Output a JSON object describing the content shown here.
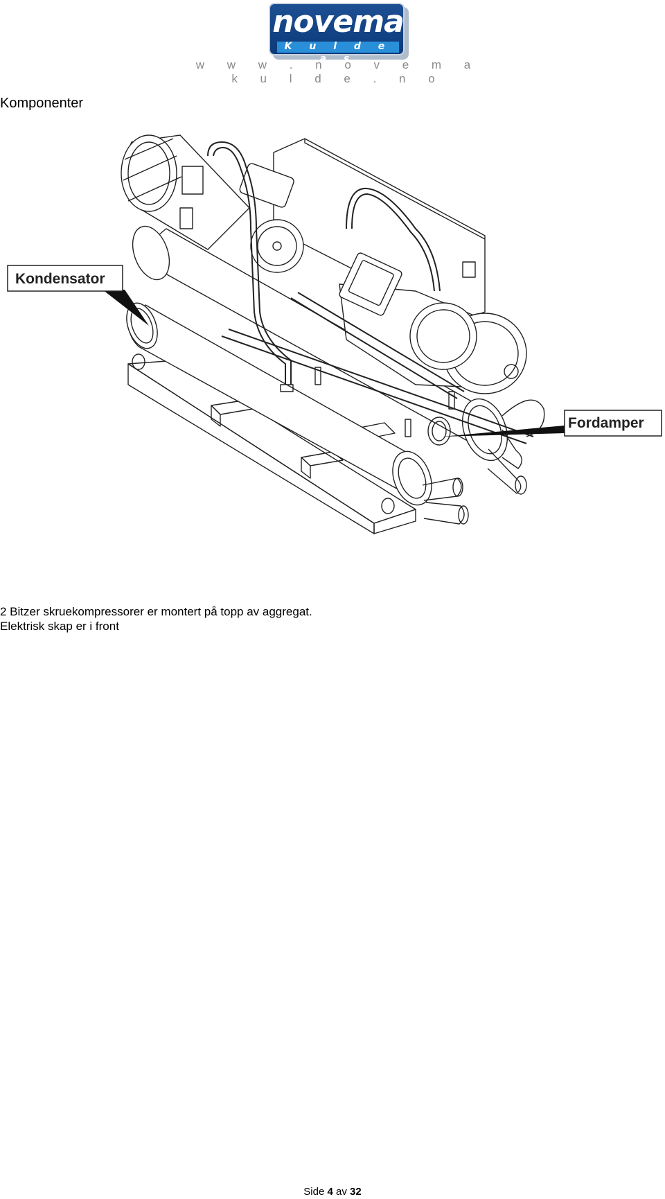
{
  "header": {
    "brand": "novema",
    "sub_brand": "K u l d e a s",
    "url": "w w w . n o v e m a k u l d e . n o"
  },
  "section": {
    "heading": "Komponenter"
  },
  "figure": {
    "callouts": {
      "left": "Kondensator",
      "right": "Fordamper"
    }
  },
  "body": {
    "line1": "2 Bitzer skruekompressorer er montert på topp av aggregat.",
    "line2": "Elektrisk skap er i front"
  },
  "footer": {
    "prefix": "Side",
    "page": "4",
    "sep": "av",
    "total": "32"
  }
}
